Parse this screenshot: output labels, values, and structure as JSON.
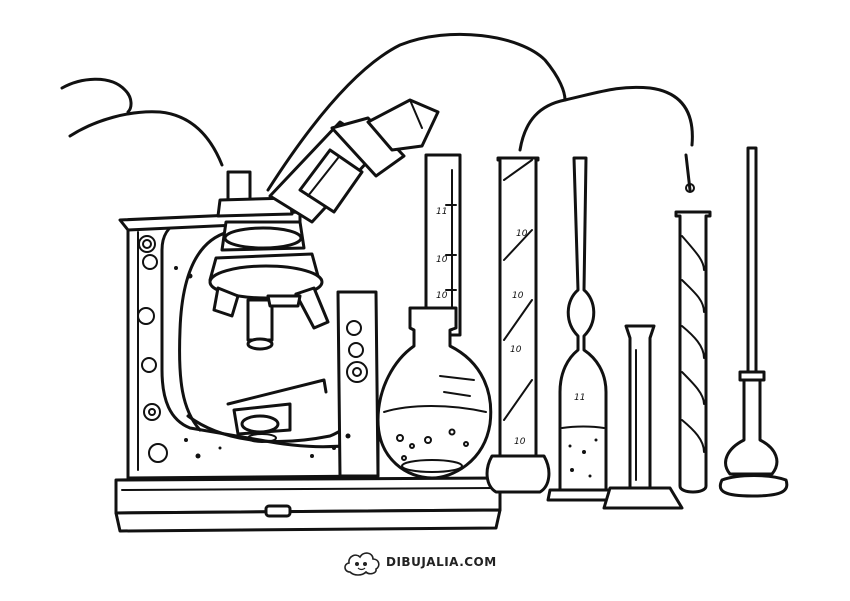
{
  "scale_marks": {
    "cylinder": [
      "11",
      "10",
      "10"
    ],
    "tube": [
      "10",
      "10",
      "10",
      "10"
    ],
    "pipette": [
      "11"
    ]
  },
  "watermark": {
    "text": "DIBUJALIA.COM",
    "icon": "cloud-mascot-icon"
  },
  "colors": {
    "line": "#111111",
    "background": "#ffffff"
  }
}
